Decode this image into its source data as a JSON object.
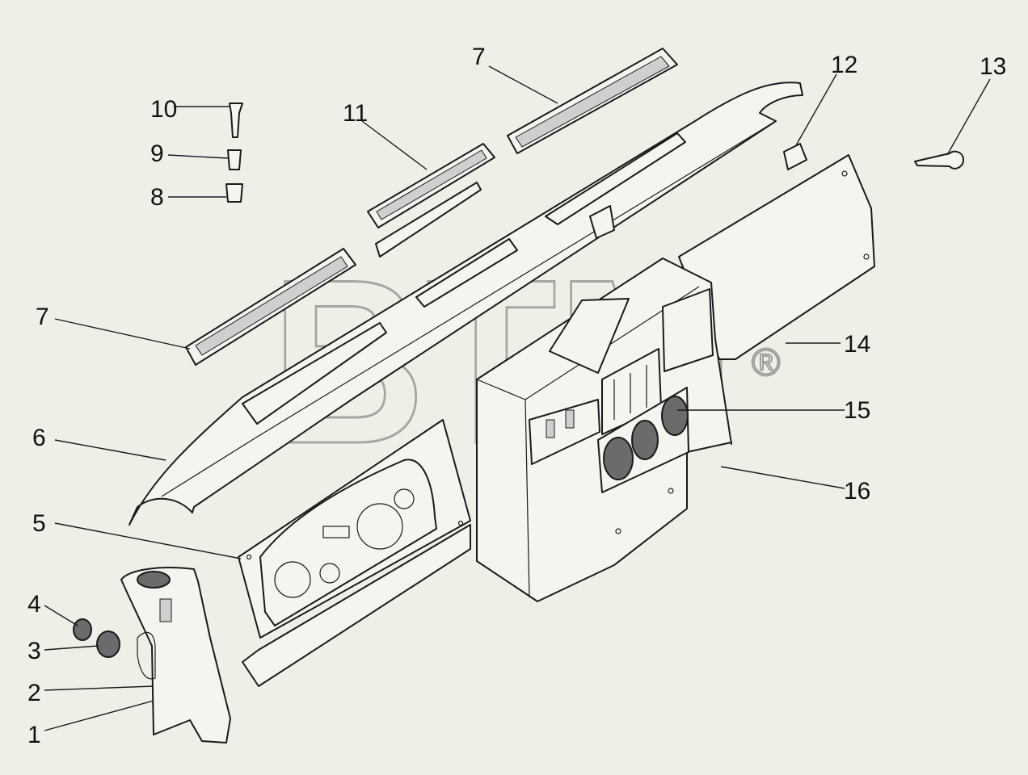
{
  "watermark": {
    "text": "BTM",
    "registered": "®"
  },
  "callouts": [
    {
      "id": "1",
      "label": "1"
    },
    {
      "id": "2",
      "label": "2"
    },
    {
      "id": "3",
      "label": "3"
    },
    {
      "id": "4",
      "label": "4"
    },
    {
      "id": "5",
      "label": "5"
    },
    {
      "id": "6",
      "label": "6"
    },
    {
      "id": "7a",
      "label": "7"
    },
    {
      "id": "7b",
      "label": "7"
    },
    {
      "id": "8",
      "label": "8"
    },
    {
      "id": "9",
      "label": "9"
    },
    {
      "id": "10",
      "label": "10"
    },
    {
      "id": "11",
      "label": "11"
    },
    {
      "id": "12",
      "label": "12"
    },
    {
      "id": "13",
      "label": "13"
    },
    {
      "id": "14",
      "label": "14"
    },
    {
      "id": "15",
      "label": "15"
    },
    {
      "id": "16",
      "label": "16"
    }
  ]
}
